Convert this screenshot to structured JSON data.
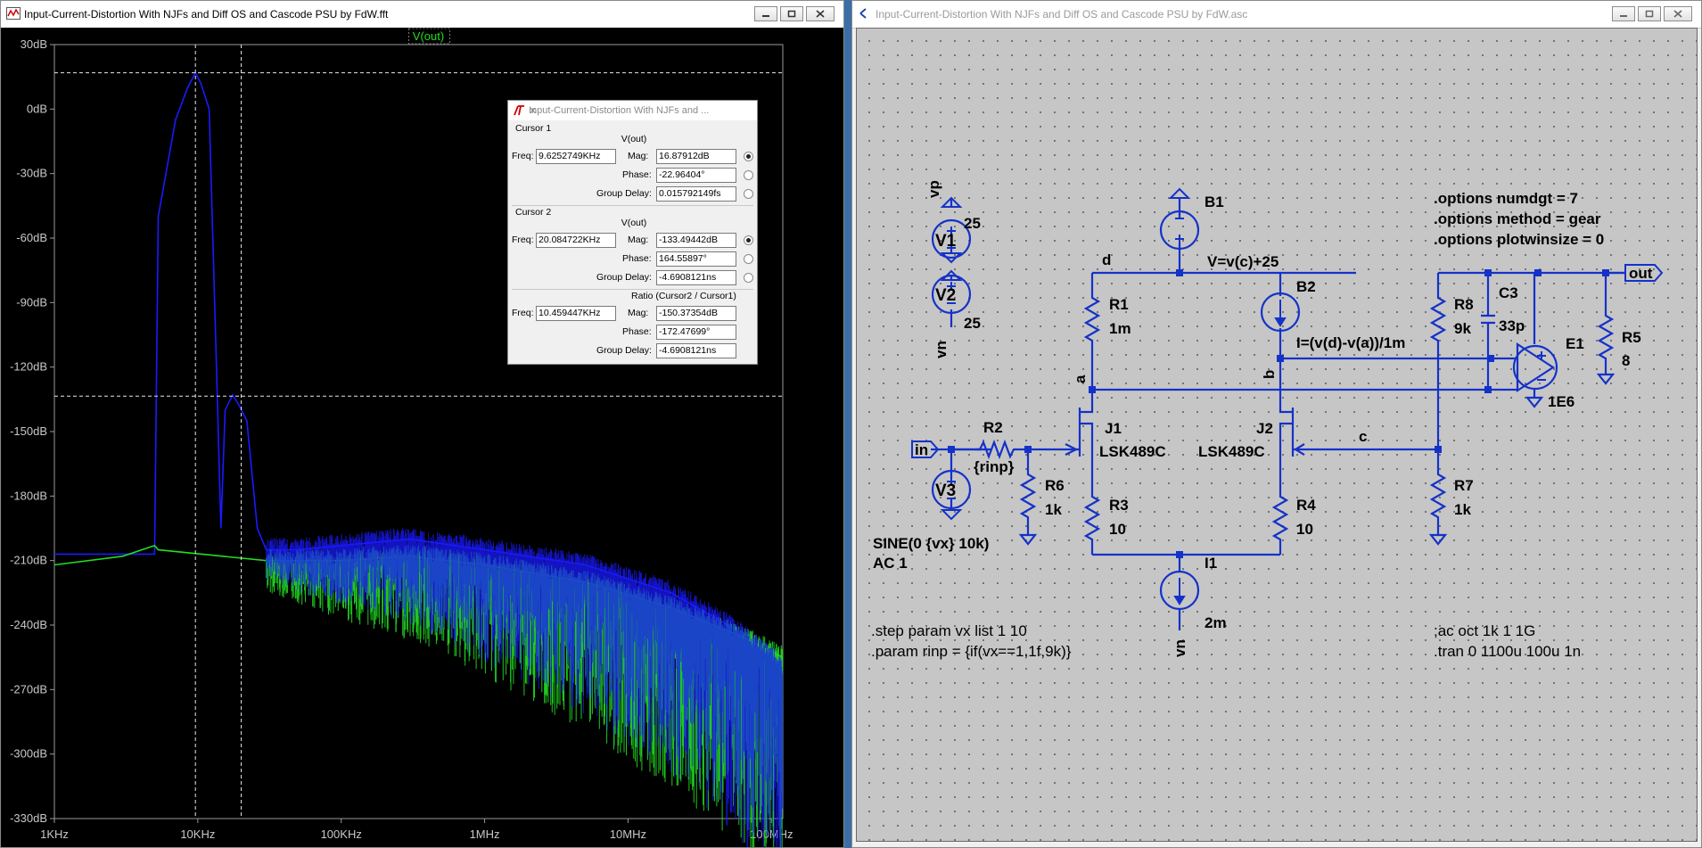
{
  "plot_window": {
    "title": "Input-Current-Distortion With NJFs and Diff OS and Cascode PSU by FdW.fft",
    "trace_label": "V(out)",
    "y_ticks": [
      "30dB",
      "0dB",
      "-30dB",
      "-60dB",
      "-90dB",
      "-120dB",
      "-150dB",
      "-180dB",
      "-210dB",
      "-240dB",
      "-270dB",
      "-300dB",
      "-330dB"
    ],
    "x_ticks": [
      "1KHz",
      "10KHz",
      "100KHz",
      "1MHz",
      "10MHz",
      "100MHz"
    ]
  },
  "chart_data": {
    "type": "line",
    "x_scale": "log",
    "xlim": [
      1000,
      120000000
    ],
    "ylim": [
      -330,
      30
    ],
    "grid": false,
    "series": [
      {
        "color": "#1a1aff",
        "x": [
          1000,
          5000,
          5300,
          7000,
          8500,
          9625,
          10500,
          12000,
          13500,
          14500,
          15500,
          17500,
          19500,
          22000,
          26000,
          30000,
          50000,
          100000,
          300000,
          1000000,
          5000000,
          20000000,
          50000000,
          100000000,
          120000000
        ],
        "y": [
          -207,
          -207,
          -50,
          -5,
          10,
          16.9,
          12,
          0,
          -120,
          -195,
          -140,
          -133,
          -138,
          -145,
          -195,
          -205,
          -205,
          -203,
          -200,
          -205,
          -212,
          -225,
          -240,
          -255,
          -262
        ]
      },
      {
        "color": "#22dd22",
        "x": [
          1000,
          3000,
          5000,
          5300,
          30000,
          100000,
          300000,
          1000000,
          5000000,
          20000000,
          60000000,
          120000000
        ],
        "y": [
          -212,
          -208,
          -203,
          -205,
          -210,
          -210,
          -208,
          -212,
          -220,
          -232,
          -245,
          -255
        ]
      }
    ],
    "cursors": [
      {
        "freq_hz": 9625.2749,
        "mag_db": 16.87912
      },
      {
        "freq_hz": 20084.722,
        "mag_db": -133.49442
      }
    ]
  },
  "cursor_dialog": {
    "title": "Input-Current-Distortion With NJFs and ...",
    "cursor1_label": "Cursor 1",
    "cursor1_trace": "V(out)",
    "cursor1_freq": "9.6252749KHz",
    "cursor1_mag": "16.87912dB",
    "cursor1_phase": "-22.96404°",
    "cursor1_gd": "0.015792149fs",
    "cursor2_label": "Cursor 2",
    "cursor2_trace": "V(out)",
    "cursor2_freq": "20.084722KHz",
    "cursor2_mag": "-133.49442dB",
    "cursor2_phase": "164.55897°",
    "cursor2_gd": "-4.6908121ns",
    "ratio_label": "Ratio (Cursor2 / Cursor1)",
    "ratio_freq": "10.459447KHz",
    "ratio_mag": "-150.37354dB",
    "ratio_phase": "-172.47699°",
    "ratio_gd": "-4.6908121ns",
    "lbl_freq": "Freq:",
    "lbl_mag": "Mag:",
    "lbl_phase": "Phase:",
    "lbl_gd": "Group Delay:"
  },
  "schematic_window": {
    "title": "Input-Current-Distortion With NJFs and Diff OS and Cascode PSU by FdW.asc",
    "labels": {
      "vp": "vp",
      "v1_val": "25",
      "v1": "V1",
      "v2": "V2",
      "v2_val": "25",
      "vn": "vn",
      "in": "in",
      "v3": "V3",
      "sine": "SINE(0 {vx} 10k)",
      "ac": "AC 1",
      "r2": "R2",
      "r2_val": "{rinp}",
      "r6": "R6",
      "r6_val": "1k",
      "b1": "B1",
      "b1_expr": "V=v(c)+25",
      "d": "d",
      "r1": "R1",
      "r1_val": "1m",
      "a": "a",
      "b": "b",
      "b2": "B2",
      "b2_expr": "I=(v(d)-v(a))/1m",
      "j1": "J1",
      "j1_model": "LSK489C",
      "j2": "J2",
      "j2_model": "LSK489C",
      "c": "c",
      "r3": "R3",
      "r3_val": "10",
      "r4": "R4",
      "r4_val": "10",
      "i1": "I1",
      "i1_val": "2m",
      "vn2": "vn",
      "r8": "R8",
      "r8_val": "9k",
      "c3": "C3",
      "c3_val": "33p",
      "e1": "E1",
      "e1_val": "1E6",
      "r5": "R5",
      "r5_val": "8",
      "out": "out",
      "r7": "R7",
      "r7_val": "1k",
      "opt1": ".options numdgt = 7",
      "opt2": ".options method = gear",
      "opt3": ".options plotwinsize = 0",
      "step": ".step param vx list 1 10",
      "param": ".param rinp = {if(vx==1,1f,9k)}",
      "ac_cmd": ";ac oct 1k 1 1G",
      "tran_cmd": ".tran 0 1100u 100u 1n"
    }
  }
}
